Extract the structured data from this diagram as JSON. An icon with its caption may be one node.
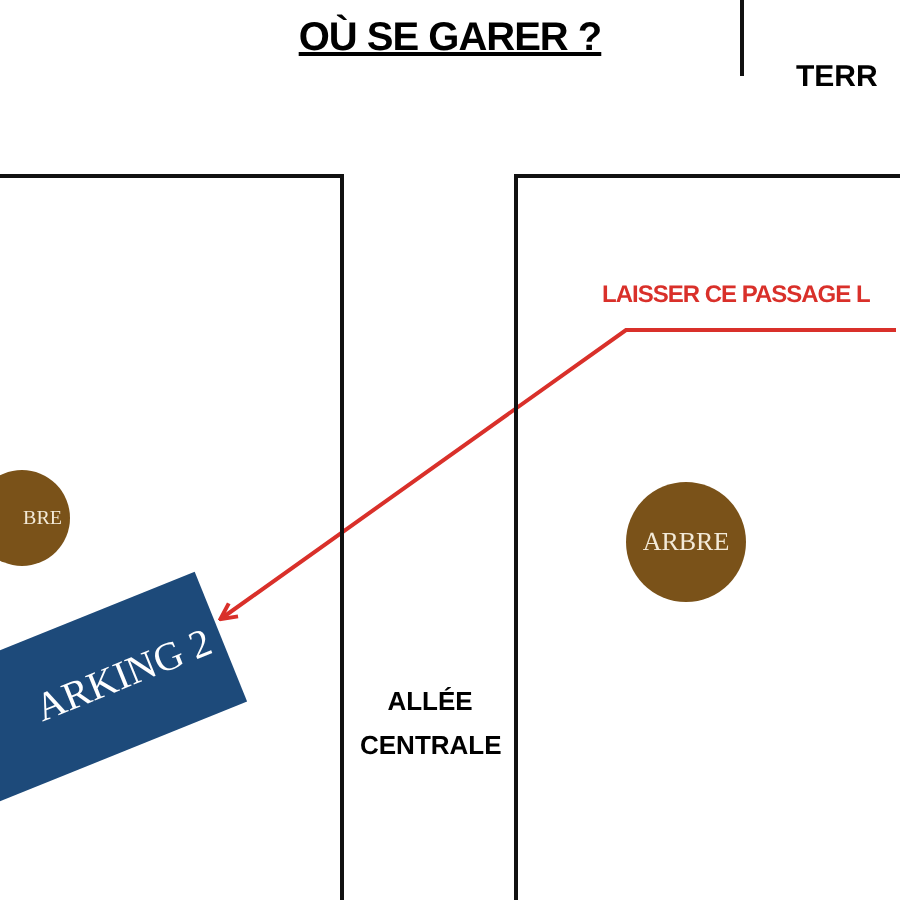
{
  "diagram": {
    "title": "OÙ SE GARER ?",
    "nodes": [
      {
        "text": [],
        "shape": "box"
      },
      {
        "text": [
          "BRE"
        ],
        "in": 0
      },
      {
        "text": [
          "ARKING 2"
        ],
        "in": 0
      },
      {
        "text": [],
        "shape": "box"
      },
      {
        "text": [
          "LAISSER CE PASSAGE L"
        ],
        "in": 3
      },
      {
        "text": [
          "ARBRE"
        ],
        "in": 3
      }
    ],
    "edges": [
      {
        "from": 4,
        "to": 2,
        "arrow": "to",
        "color": "#d9302a"
      }
    ],
    "labels": [
      "TERR",
      "ALLÉE CENTRALE"
    ]
  }
}
